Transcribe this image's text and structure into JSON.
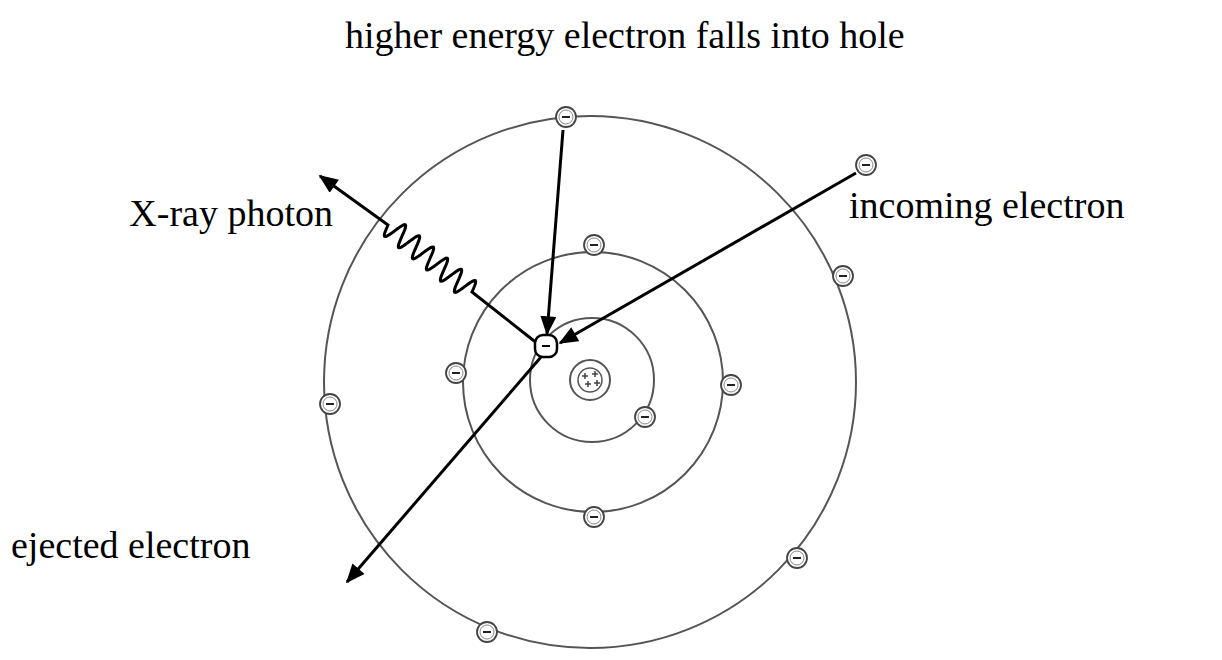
{
  "diagram": {
    "labels": [
      "higher energy electron falls into hole",
      "X-ray photon",
      "incoming electron",
      "ejected electron"
    ]
  }
}
